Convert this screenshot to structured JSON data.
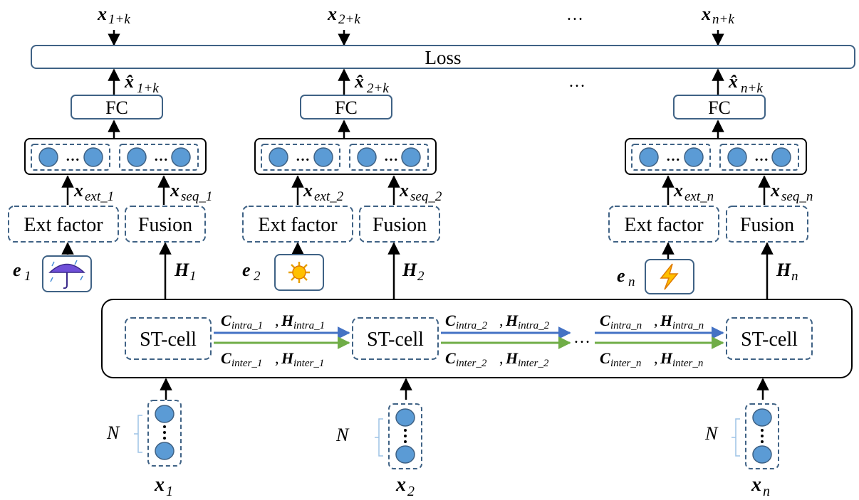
{
  "loss_label": "Loss",
  "ellipsis": "…",
  "fc_label": "FC",
  "ext_factor_label": "Ext factor",
  "fusion_label": "Fusion",
  "st_cell_label": "ST-cell",
  "n_label": "N",
  "colors": {
    "box_stroke": "#3f6285",
    "node_fill": "#5b9bd5",
    "node_stroke": "#3f6285",
    "blue_arrow": "#4472c4",
    "green_arrow": "#70ad47",
    "bracket": "#9dc3e6"
  },
  "targets": [
    {
      "base": "x",
      "sub": "1+k"
    },
    {
      "base": "x",
      "sub": "2+k"
    },
    {
      "base": "x",
      "sub": "n+k"
    }
  ],
  "predictions": [
    {
      "base": "x̂",
      "sub": "1+k"
    },
    {
      "base": "x̂",
      "sub": "2+k"
    },
    {
      "base": "x̂",
      "sub": "n+k"
    }
  ],
  "columns": [
    {
      "ext_out": {
        "base": "x",
        "sub": "ext_1"
      },
      "seq_out": {
        "base": "x",
        "sub": "seq_1"
      },
      "env": {
        "base": "e",
        "sub": "1"
      },
      "hidden": {
        "base": "H",
        "sub": "1"
      },
      "input": {
        "base": "x",
        "sub": "1"
      },
      "icon": "umbrella-rain-icon"
    },
    {
      "ext_out": {
        "base": "x",
        "sub": "ext_2"
      },
      "seq_out": {
        "base": "x",
        "sub": "seq_2"
      },
      "env": {
        "base": "e",
        "sub": "2"
      },
      "hidden": {
        "base": "H",
        "sub": "2"
      },
      "input": {
        "base": "x",
        "sub": "2"
      },
      "icon": "sun-icon"
    },
    {
      "ext_out": {
        "base": "x",
        "sub": "ext_n"
      },
      "seq_out": {
        "base": "x",
        "sub": "seq_n"
      },
      "env": {
        "base": "e",
        "sub": "n"
      },
      "hidden": {
        "base": "H",
        "sub": "n"
      },
      "input": {
        "base": "x",
        "sub": "n"
      },
      "icon": "lightning-icon"
    }
  ],
  "transitions": [
    {
      "intra_c": {
        "base": "C",
        "sub": "intra_1"
      },
      "intra_h": {
        "base": "H",
        "sub": "intra_1"
      },
      "inter_c": {
        "base": "C",
        "sub": "inter_1"
      },
      "inter_h": {
        "base": "H",
        "sub": "inter_1"
      }
    },
    {
      "intra_c": {
        "base": "C",
        "sub": "intra_2"
      },
      "intra_h": {
        "base": "H",
        "sub": "intra_2"
      },
      "inter_c": {
        "base": "C",
        "sub": "inter_2"
      },
      "inter_h": {
        "base": "H",
        "sub": "inter_2"
      }
    },
    {
      "intra_c": {
        "base": "C",
        "sub": "intra_n"
      },
      "intra_h": {
        "base": "H",
        "sub": "intra_n"
      },
      "inter_c": {
        "base": "C",
        "sub": "inter_n"
      },
      "inter_h": {
        "base": "H",
        "sub": "inter_n"
      }
    }
  ],
  "comma": ","
}
